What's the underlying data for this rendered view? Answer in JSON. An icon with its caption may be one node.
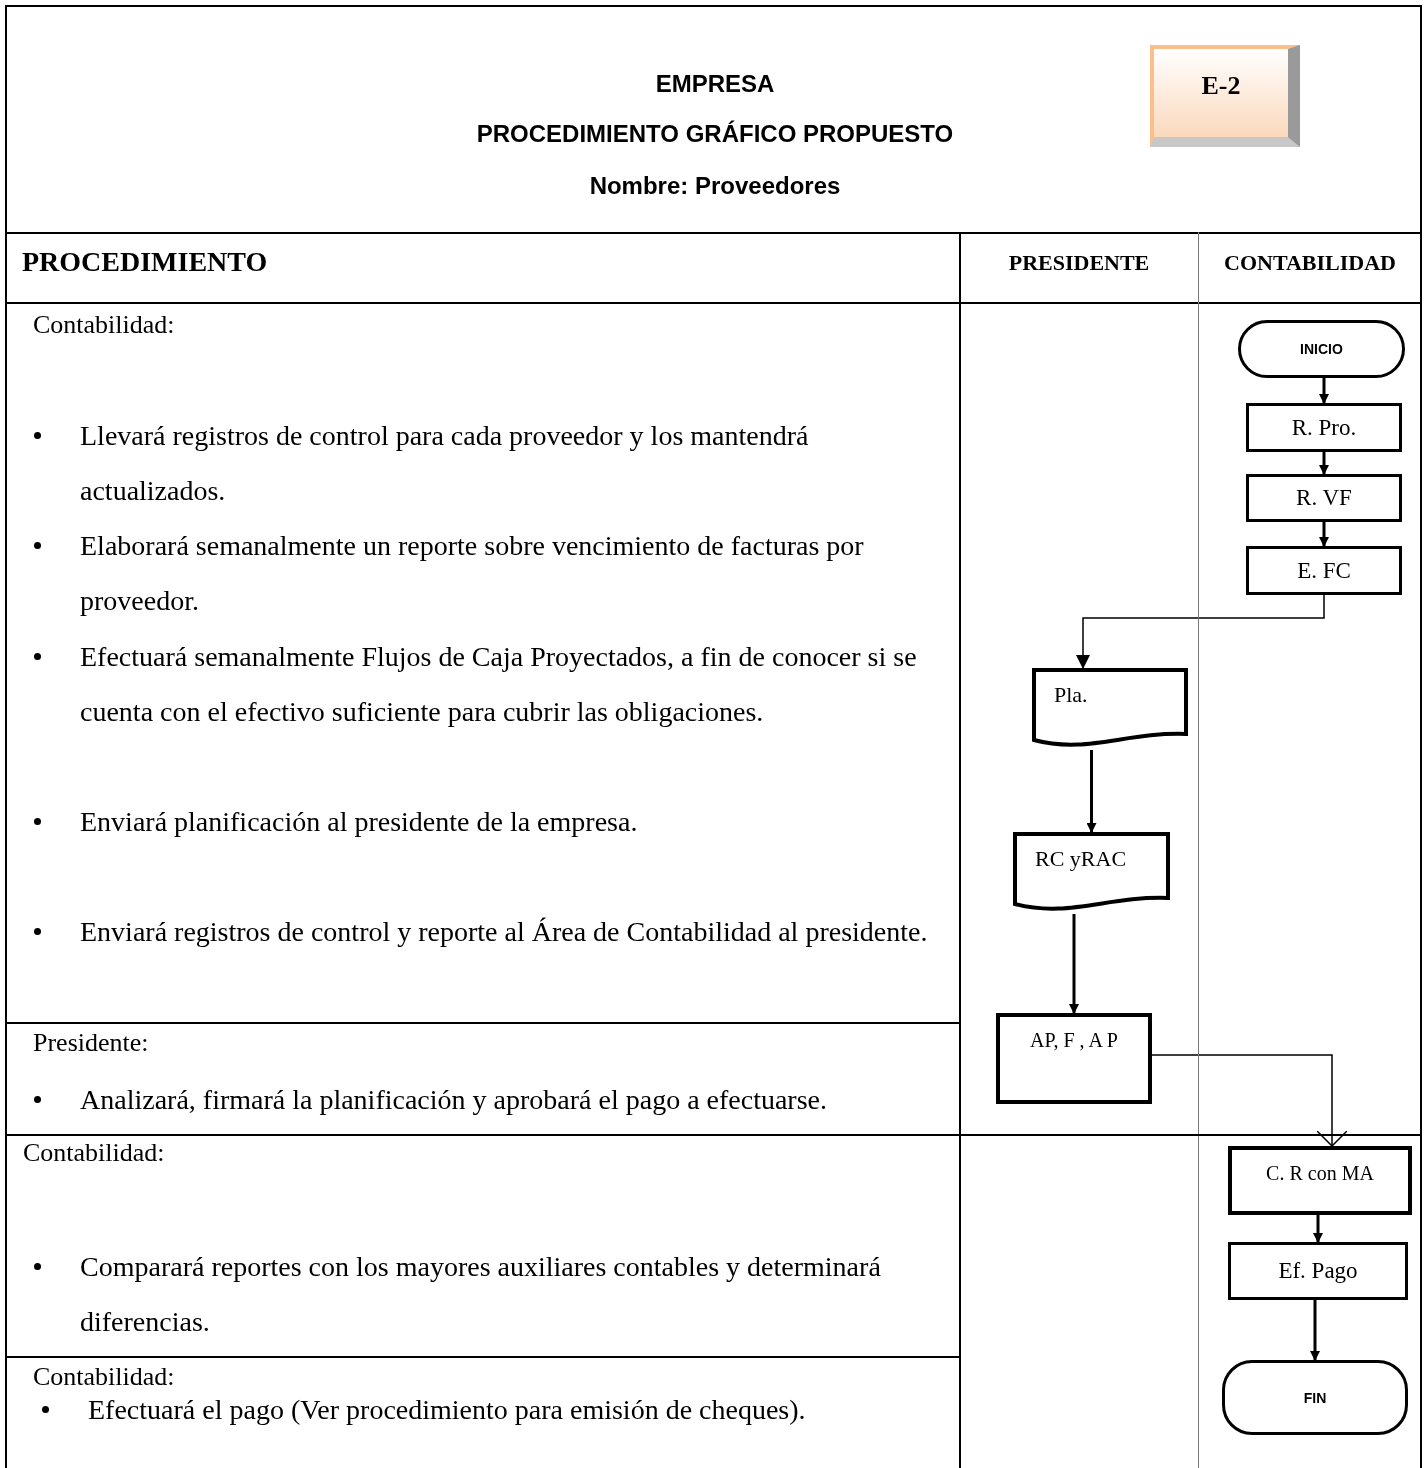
{
  "diagram": {
    "title": "PROCEDIMIENTO GRÁFICO PROPUESTO",
    "nodes": [
      {
        "text": [
          "INICIO"
        ]
      },
      {
        "text": [
          "R. Pro."
        ]
      },
      {
        "text": [
          "R. VF"
        ]
      },
      {
        "text": [
          "E. FC"
        ]
      },
      {
        "text": [
          "Pla."
        ]
      },
      {
        "text": [
          "RC yRAC"
        ]
      },
      {
        "text": [
          "AP, F , A P"
        ]
      },
      {
        "text": [
          "C. R con MA"
        ]
      },
      {
        "text": [
          "Ef. Pago"
        ]
      },
      {
        "text": [
          "FIN"
        ]
      },
      {
        "text": [
          "E-2"
        ]
      }
    ],
    "edges": [
      {
        "from": 0,
        "to": 1,
        "arrow": "to"
      },
      {
        "from": 1,
        "to": 2,
        "arrow": "to"
      },
      {
        "from": 2,
        "to": 3,
        "arrow": "to"
      },
      {
        "from": 3,
        "to": 4,
        "arrow": "to"
      },
      {
        "from": 4,
        "to": 5,
        "arrow": "to"
      },
      {
        "from": 5,
        "to": 6,
        "arrow": "to"
      },
      {
        "from": 6,
        "to": 7,
        "arrow": "to"
      },
      {
        "from": 7,
        "to": 8,
        "arrow": "to"
      },
      {
        "from": 8,
        "to": 9,
        "arrow": "to"
      }
    ],
    "labels": [
      "EMPRESA",
      "Nombre: Proveedores",
      "PROCEDIMIENTO",
      "PRESIDENTE",
      "CONTABILIDAD",
      "Contabilidad:",
      "Llevará registros de control para cada proveedor y los mantendrá actualizados.",
      "Elaborará semanalmente un reporte sobre vencimiento de facturas por  proveedor.",
      "Efectuará semanalmente Flujos de Caja Proyectados, a fin de conocer si se cuenta con el efectivo suficiente para cubrir las obligaciones.",
      "Enviará planificación al presidente de la empresa.",
      "Enviará registros de control y reporte al Área de Contabilidad al presidente.",
      "Presidente:",
      "Analizará, firmará la planificación y aprobará el pago a efectuarse.",
      "Contabilidad:",
      "Comparará reportes con los mayores auxiliares contables y determinará diferencias.",
      "Contabilidad:",
      "Efectuará el pago (Ver procedimiento para emisión de cheques)."
    ]
  }
}
